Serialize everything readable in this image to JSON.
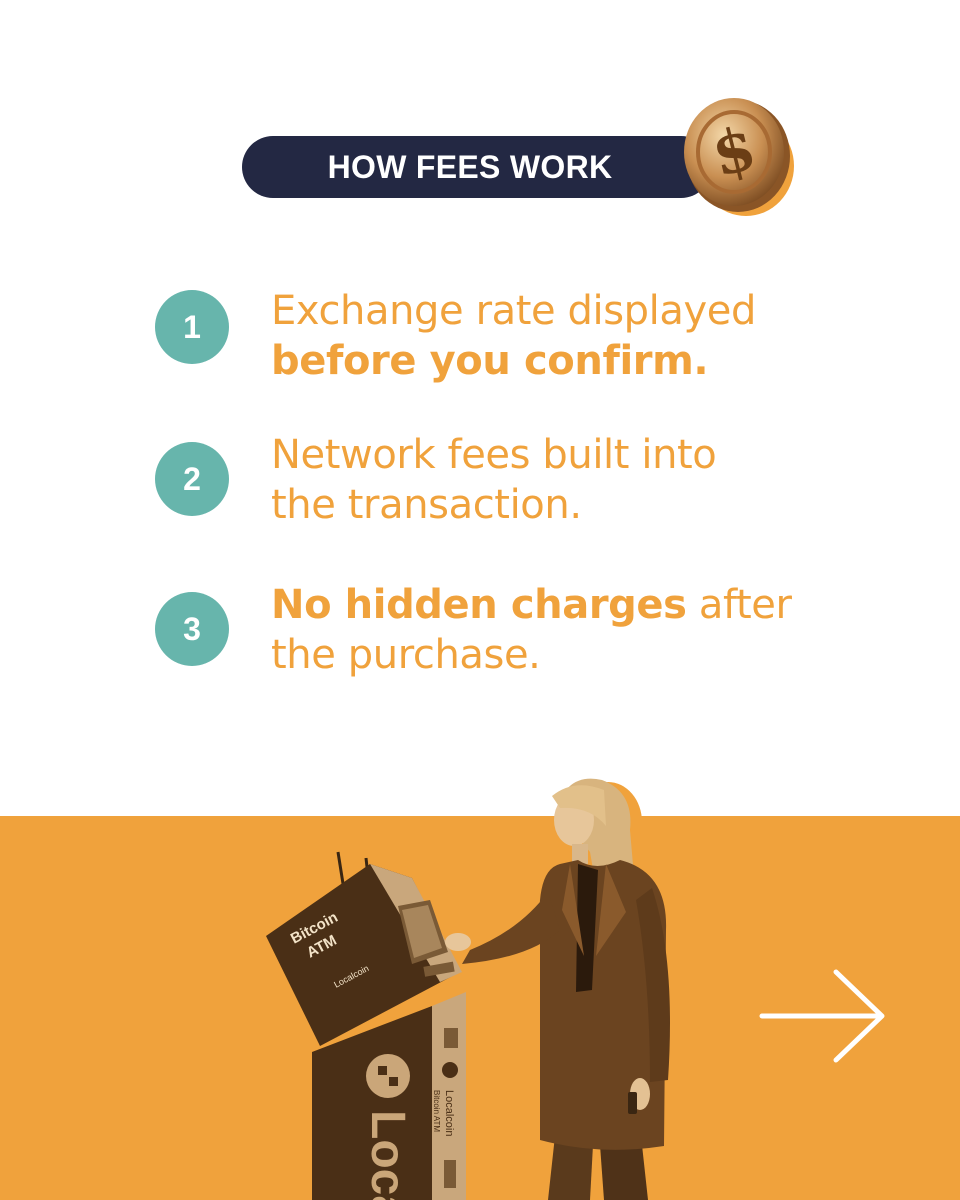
{
  "header": {
    "title": "HOW FEES WORK"
  },
  "steps": [
    {
      "number": "1",
      "line1_normal": "Exchange rate displayed",
      "line2_bold": "before you confirm."
    },
    {
      "number": "2",
      "line1_normal": "Network fees built into",
      "line2_normal": "the transaction."
    },
    {
      "number": "3",
      "line1_bold": "No hidden charges",
      "line1_normal": " after",
      "line2_normal": "the purchase."
    }
  ],
  "atm": {
    "panel_text_1": "Bitcoin",
    "panel_text_2": "ATM",
    "brand_small": "Localcoin",
    "brand_large": "Loca",
    "side_brand": "Localcoin",
    "side_sub": "Bitcoin ATM"
  },
  "colors": {
    "accent_orange": "#f0a23c",
    "navy": "#232843",
    "teal": "#67b5ac",
    "background": "#ffffff"
  },
  "icons": {
    "coin": "dollar-coin-icon",
    "next": "arrow-right-icon"
  }
}
